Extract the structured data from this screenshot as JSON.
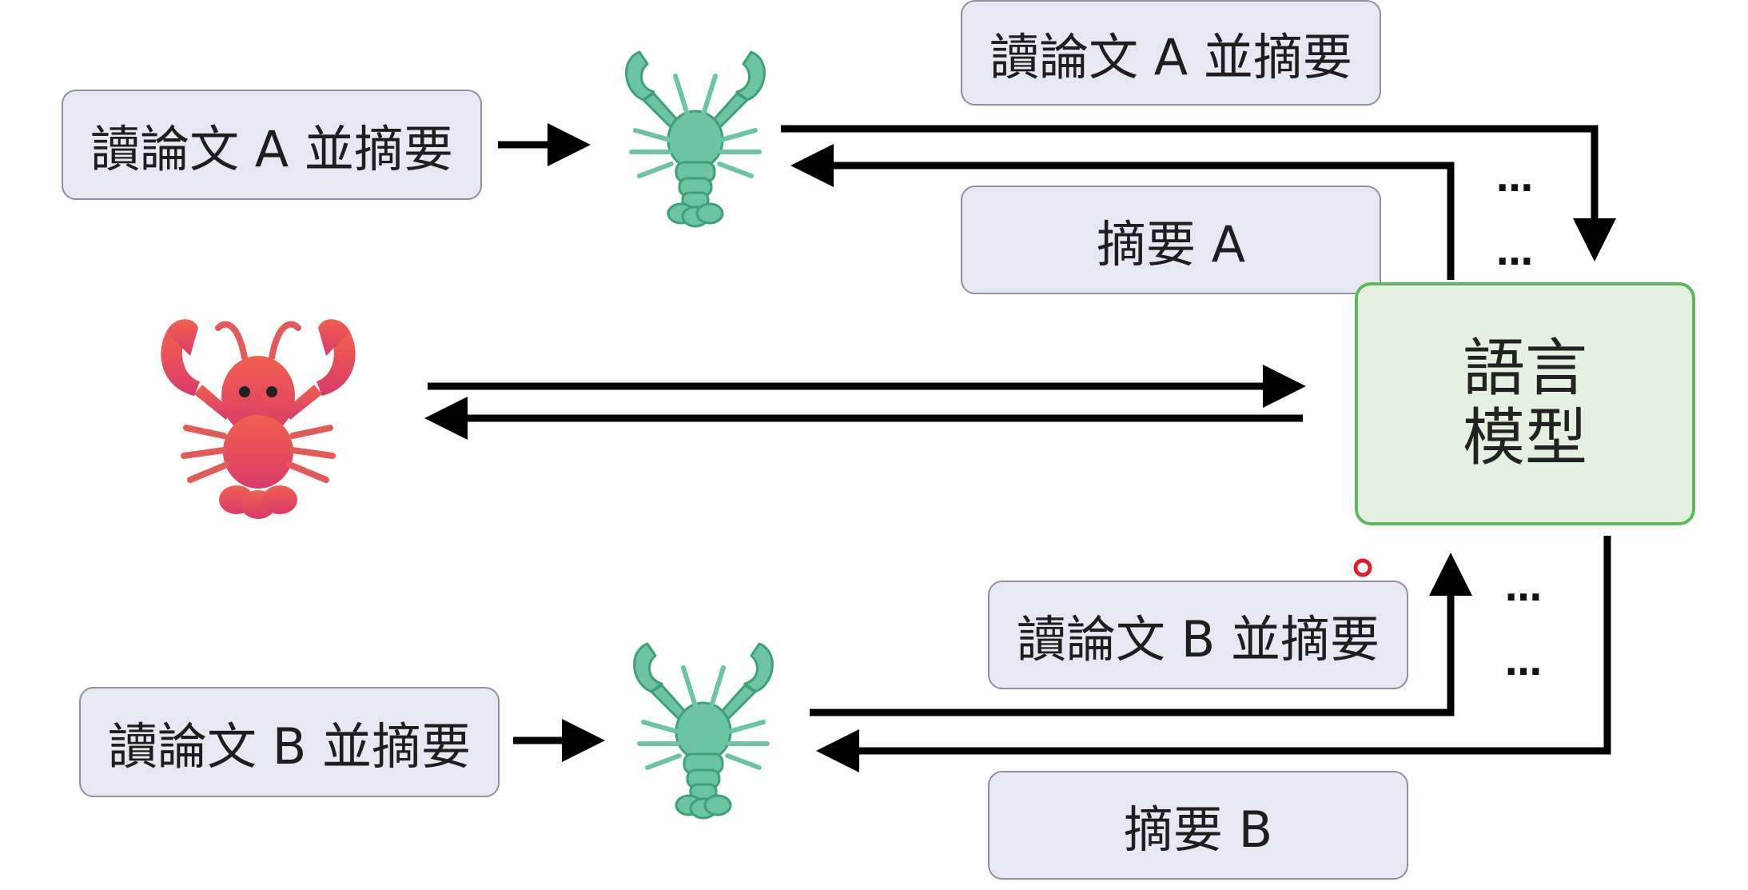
{
  "boxes": {
    "left_top": "讀論文 A 並摘要",
    "right_top": "讀論文 A 並摘要",
    "summary_a": "摘要 A",
    "left_bottom": "讀論文 B 並摘要",
    "right_bottom": "讀論文 B 並摘要",
    "summary_b": "摘要 B"
  },
  "language_model": {
    "line1": "語言",
    "line2": "模型"
  },
  "ellipsis": {
    "top_1": "…",
    "top_2": "…",
    "bottom_1": "…",
    "bottom_2": "…"
  },
  "icons": {
    "main_agent": "red-lobster-icon",
    "sub_agent_a": "teal-lobster-icon",
    "sub_agent_b": "teal-lobster-icon",
    "cursor": "red-cursor-dot-icon"
  },
  "colors": {
    "box_fill": "#e7e8f3",
    "box_border": "#8f90a0",
    "lm_fill": "#e4f1e1",
    "lm_border": "#5cb85a",
    "teal_lobster": "#6cc4a2",
    "red_lobster": "#e0485a",
    "arrow": "#000000"
  }
}
